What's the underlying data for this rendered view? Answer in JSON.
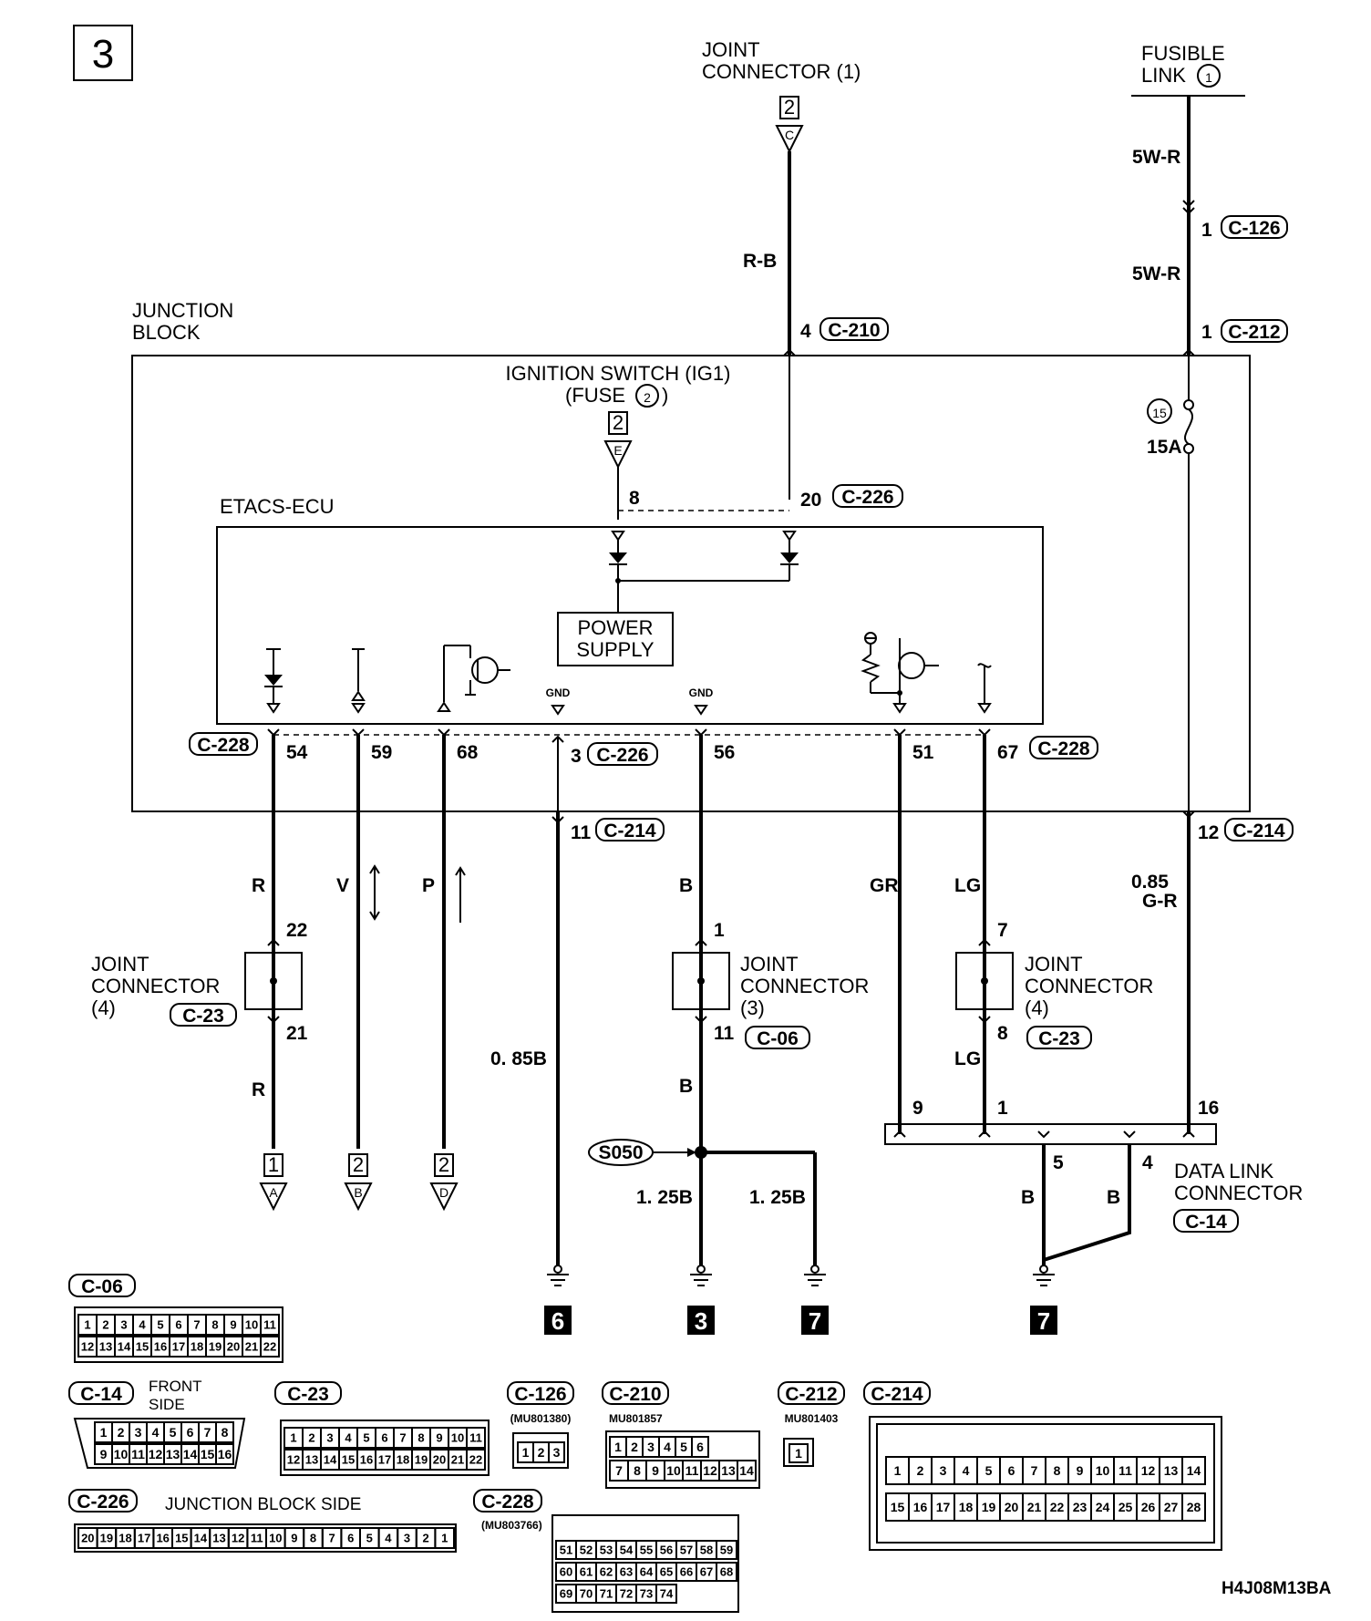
{
  "page_number": "3",
  "footer_code": "H4J08M13BA",
  "top": {
    "joint_connector_1": [
      "JOINT",
      "CONNECTOR (1)"
    ],
    "fusible_link": [
      "FUSIBLE",
      "LINK"
    ],
    "fusible_link_num": "1",
    "ref_2": "2",
    "ref_c": "C",
    "ref_e": "E",
    "wire_rb": "R-B",
    "wire_5wr": "5W-R",
    "pin_4": "4",
    "pin_1": "1",
    "conn_c210": "C-210",
    "conn_c126": "C-126",
    "conn_c212": "C-212"
  },
  "junction_block": {
    "title": [
      "JUNCTION",
      "BLOCK"
    ],
    "ignition": [
      "IGNITION SWITCH (IG1)",
      "(FUSE",
      ")"
    ],
    "fuse_num": "2",
    "fuse15_num": "15",
    "fuse15_amp": "15A",
    "pin_8": "8",
    "pin_20": "20",
    "conn_c226": "C-226"
  },
  "ecu": {
    "title": "ETACS-ECU",
    "power_supply": [
      "POWER",
      "SUPPLY"
    ],
    "gnd": "GND"
  },
  "bottom_pins": {
    "c228": "C-228",
    "p54": "54",
    "p59": "59",
    "p68": "68",
    "p3": "3",
    "c226": "C-226",
    "p56": "56",
    "p51": "51",
    "p67": "67",
    "p11": "11",
    "c214": "C-214",
    "p12": "12"
  },
  "wires": {
    "r": "R",
    "v": "V",
    "p": "P",
    "b": "B",
    "gr": "GR",
    "lg": "LG",
    "wire_085gr": [
      "0.85",
      "G-R"
    ],
    "wire_085b": "0. 85B",
    "wire_125b": "1. 25B"
  },
  "joint_connectors": {
    "jc4_left": [
      "JOINT",
      "CONNECTOR",
      "(4)"
    ],
    "jc3": [
      "JOINT",
      "CONNECTOR",
      "(3)"
    ],
    "jc4_right": [
      "JOINT",
      "CONNECTOR",
      "(4)"
    ],
    "c23": "C-23",
    "c06": "C-06",
    "p22": "22",
    "p21": "21",
    "p1": "1",
    "p11": "11",
    "p7": "7",
    "p8": "8"
  },
  "terminals": {
    "a_num": "1",
    "a_letter": "A",
    "b_num": "2",
    "b_letter": "B",
    "d_num": "2",
    "d_letter": "D"
  },
  "ground_points": {
    "s050": "S050",
    "g6": "6",
    "g3": "3",
    "g7a": "7",
    "g7b": "7"
  },
  "data_link": {
    "title": [
      "DATA LINK",
      "CONNECTOR"
    ],
    "conn": "C-14",
    "p9": "9",
    "p1": "1",
    "p16": "16",
    "p5": "5",
    "p4": "4"
  },
  "connectors": {
    "c06": {
      "label": "C-06",
      "row1": [
        "1",
        "2",
        "3",
        "4",
        "5",
        "6",
        "7",
        "8",
        "9",
        "10",
        "11"
      ],
      "row2": [
        "12",
        "13",
        "14",
        "15",
        "16",
        "17",
        "18",
        "19",
        "20",
        "21",
        "22"
      ]
    },
    "c14": {
      "label": "C-14",
      "side": [
        "FRONT",
        "SIDE"
      ],
      "row1": [
        "1",
        "2",
        "3",
        "4",
        "5",
        "6",
        "7",
        "8"
      ],
      "row2": [
        "9",
        "10",
        "11",
        "12",
        "13",
        "14",
        "15",
        "16"
      ]
    },
    "c23": {
      "label": "C-23",
      "row1": [
        "1",
        "2",
        "3",
        "4",
        "5",
        "6",
        "7",
        "8",
        "9",
        "10",
        "11"
      ],
      "row2": [
        "12",
        "13",
        "14",
        "15",
        "16",
        "17",
        "18",
        "19",
        "20",
        "21",
        "22"
      ]
    },
    "c126": {
      "label": "C-126",
      "part": "(MU801380)",
      "row1": [
        "1",
        "2",
        "3"
      ]
    },
    "c210": {
      "label": "C-210",
      "part": "MU801857",
      "row1": [
        "1",
        "2",
        "3",
        "4",
        "5",
        "6"
      ],
      "row2": [
        "7",
        "8",
        "9",
        "10",
        "11",
        "12",
        "13",
        "14"
      ]
    },
    "c212": {
      "label": "C-212",
      "part": "MU801403",
      "row1": [
        "1"
      ]
    },
    "c214": {
      "label": "C-214",
      "row1": [
        "1",
        "2",
        "3",
        "4",
        "5",
        "6",
        "7",
        "8",
        "9",
        "10",
        "11",
        "12",
        "13",
        "14"
      ],
      "row2": [
        "15",
        "16",
        "17",
        "18",
        "19",
        "20",
        "21",
        "22",
        "23",
        "24",
        "25",
        "26",
        "27",
        "28"
      ]
    },
    "c226": {
      "label": "C-226",
      "side": "JUNCTION BLOCK SIDE",
      "row1": [
        "20",
        "19",
        "18",
        "17",
        "16",
        "15",
        "14",
        "13",
        "12",
        "11",
        "10",
        "9",
        "8",
        "7",
        "6",
        "5",
        "4",
        "3",
        "2",
        "1"
      ]
    },
    "c228": {
      "label": "C-228",
      "part": "(MU803766)",
      "row1": [
        "51",
        "52",
        "53",
        "54",
        "55",
        "56",
        "57",
        "58",
        "59"
      ],
      "row2": [
        "60",
        "61",
        "62",
        "63",
        "64",
        "65",
        "66",
        "67",
        "68"
      ],
      "row3": [
        "69",
        "70",
        "71",
        "72",
        "73",
        "74"
      ]
    }
  }
}
